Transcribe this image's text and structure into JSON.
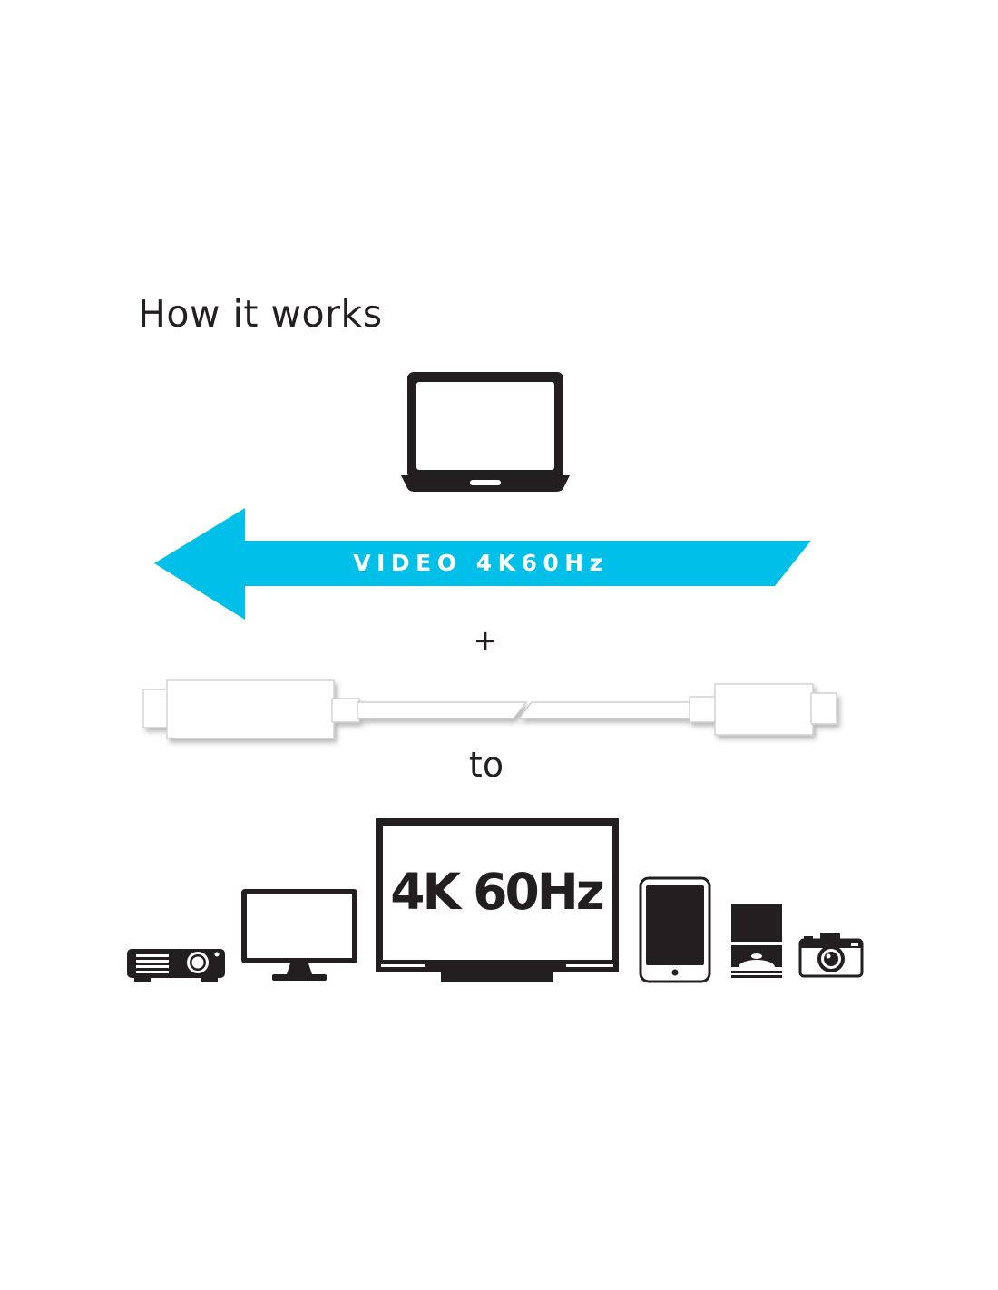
{
  "title": "How it works",
  "arrow": {
    "label": "VIDEO 4K60Hz",
    "color": "#00bfe8"
  },
  "plus_sign": "+",
  "connector_word": "to",
  "display": {
    "label": "4K 60Hz"
  },
  "icons": {
    "source": "laptop-icon",
    "cable": "usb-c-cable-icon",
    "targets": [
      "projector-icon",
      "monitor-icon",
      "tv-icon",
      "tablet-icon",
      "disc-player-icon",
      "camera-icon"
    ]
  },
  "colors": {
    "icon": "#231f20",
    "background": "#ffffff"
  }
}
